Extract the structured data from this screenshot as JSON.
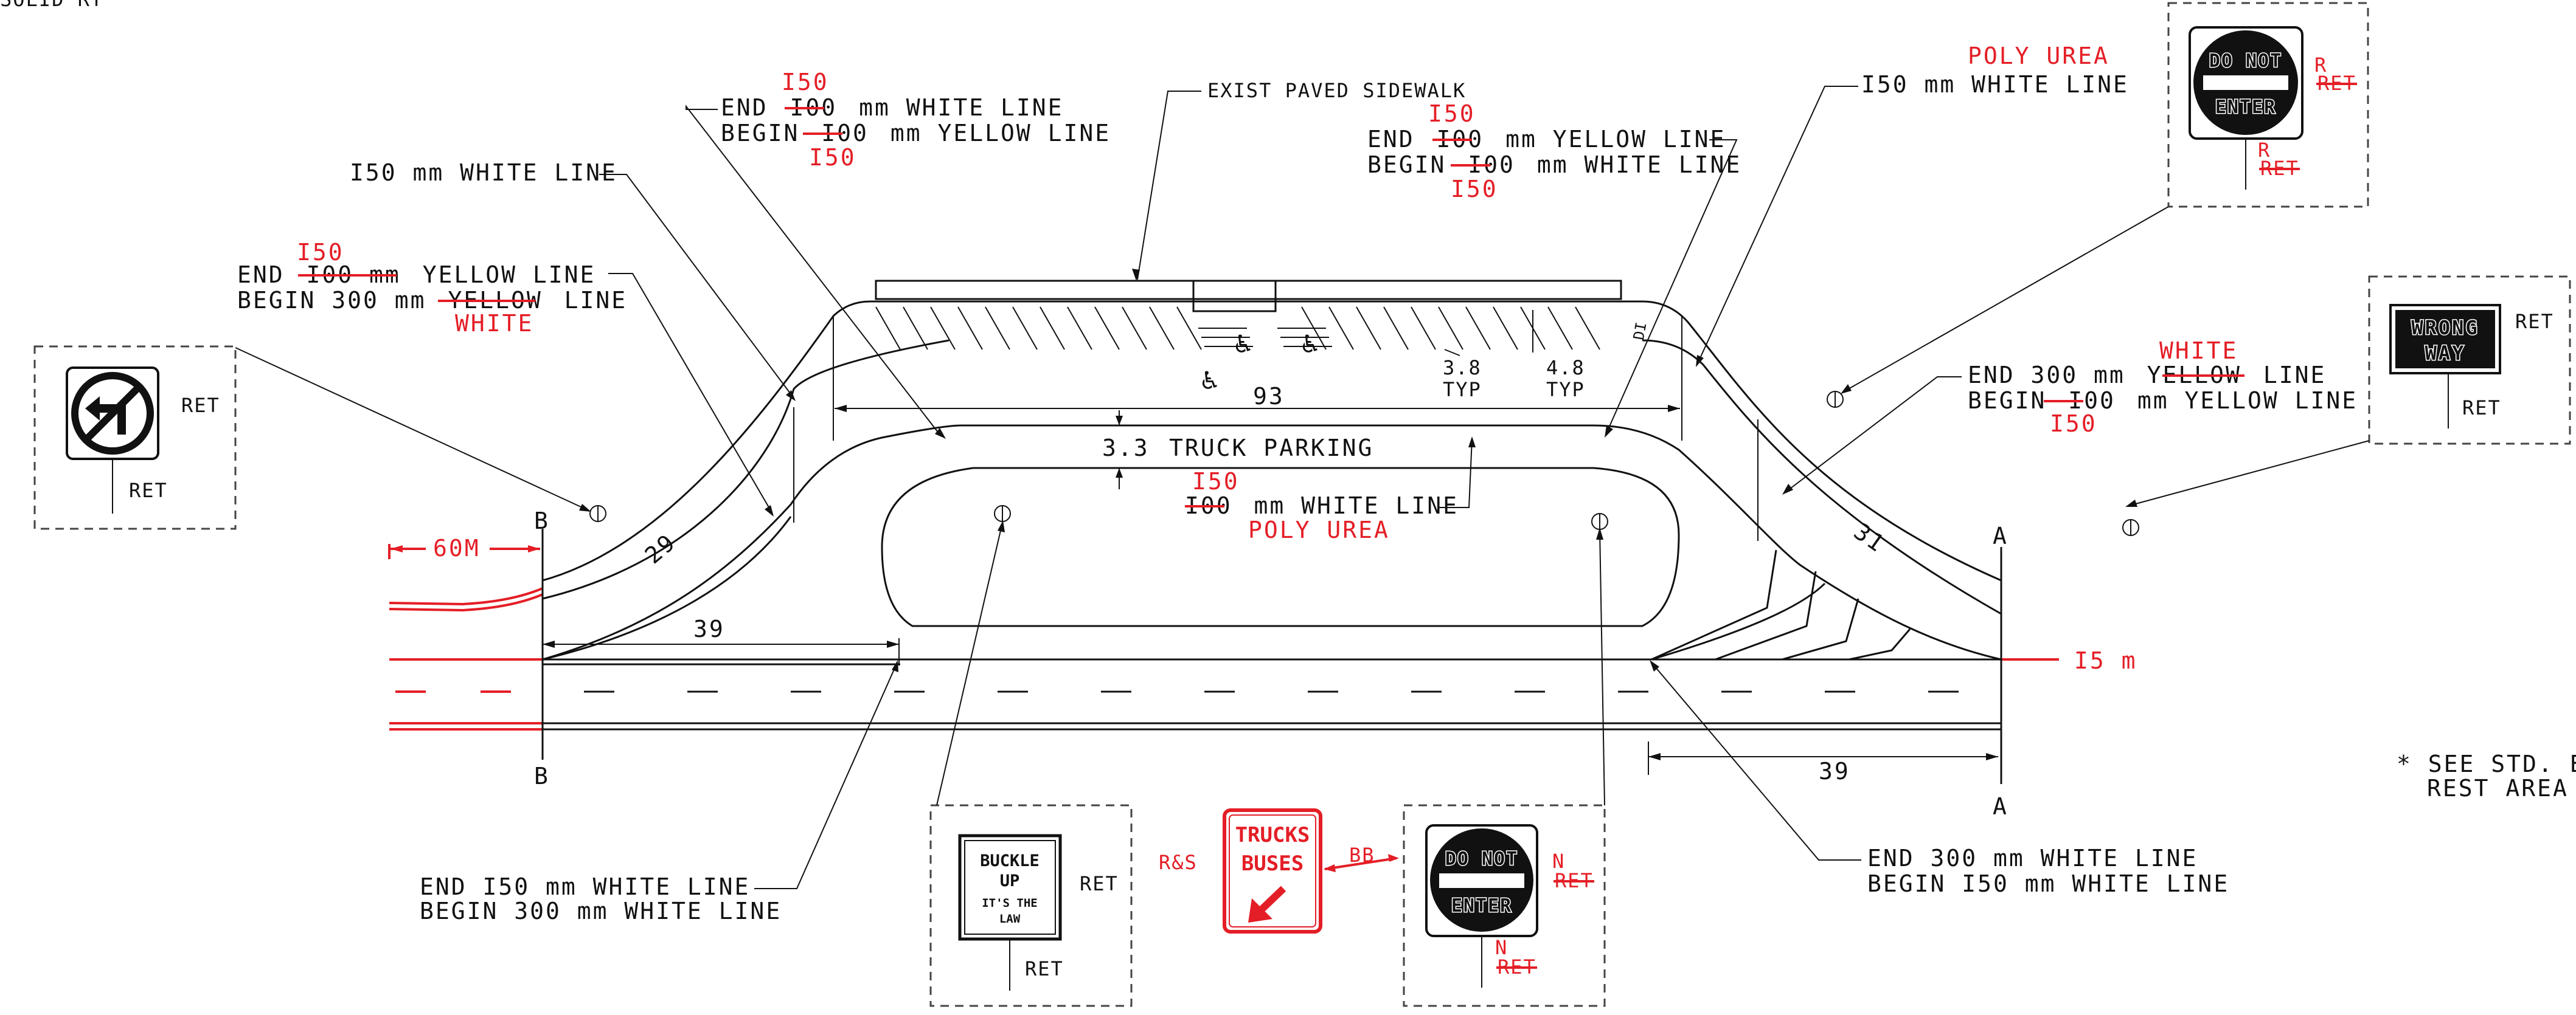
{
  "header_fragment": "SOLID RT",
  "notes": {
    "std_ref": "* SEE STD. E-I",
    "rest_area": "REST AREA"
  },
  "labels": {
    "end150_begin100": {
      "red_top": "I50",
      "l1_a": "END",
      "l1_struck": "I00",
      "l1_b": "mm  WHITE LINE",
      "l2_a": "BEGIN",
      "l2_struck": "I00",
      "l2_b": "mm  YELLOW LINE",
      "red_bottom": "I50"
    },
    "exist_sidewalk": "EXIST PAVED SIDEWALK",
    "end100_yellow_begin_white": {
      "red_top": "I50",
      "l1_a": "END",
      "l1_struck": "I00",
      "l1_b": "mm  YELLOW LINE",
      "l2_a": "BEGIN",
      "l2_struck": "I00",
      "l2_b": "mm  WHITE LINE",
      "red_bottom": "I50"
    },
    "poly_urea_top": "POLY UREA",
    "white_150_right": "I50 mm  WHITE LINE",
    "white_150_left": "I50 mm  WHITE LINE",
    "end_yellow_begin300": {
      "red_top": "I50",
      "l1_a": "END",
      "l1_struck": "I00 mm",
      "l1_b": "YELLOW LINE",
      "l2_a": "BEGIN 300 mm",
      "l2_struck": "YELLOW",
      "l2_b": "LINE",
      "red_bottom": "WHITE"
    },
    "end300_begin100_yellow": {
      "red_top": "WHITE",
      "l1_a": "END 300 mm",
      "l1_struck": "YELLOW",
      "l1_b": "LINE",
      "l2_a": "BEGIN",
      "l2_struck": "I00",
      "l2_b": "mm  YELLOW LINE",
      "red_bottom": "I50"
    },
    "truck_parking": {
      "width_dim": "3.3",
      "text": "TRUCK PARKING",
      "red_top": "I50",
      "struck": "I00",
      "rest": "mm  WHITE LINE",
      "poly_urea": "POLY UREA"
    },
    "dim_93": "93",
    "dim_3_8": "3.8",
    "dim_4_8": "4.8",
    "typ": "TYP",
    "dim_29": "29",
    "dim_31": "31",
    "dim_39_left": "39",
    "dim_39_right": "39",
    "dim_60m": "60M",
    "dim_15m": "I5 m",
    "section_b": "B",
    "section_a": "A",
    "end150_begin300": {
      "l1": "END I50 mm  WHITE LINE",
      "l2": "BEGIN 300 mm  WHITE LINE"
    },
    "end300_begin150": {
      "l1": "END 300 mm  WHITE LINE",
      "l2": "BEGIN I50 mm  WHITE LINE"
    },
    "ramp_marker": "DI"
  },
  "signs": {
    "no_left_turn": {
      "ret_right": "RET",
      "ret_bottom": "RET"
    },
    "do_not_enter_top": {
      "l1": "DO NOT",
      "l2": "ENTER",
      "red_r1": "R",
      "struck_r1": "RET",
      "red_r2": "R",
      "struck_r2": "RET"
    },
    "wrong_way": {
      "l1": "WRONG",
      "l2": "WAY",
      "ret_right": "RET",
      "ret_bottom": "RET"
    },
    "buckle_up": {
      "l1": "BUCKLE",
      "l2": "UP",
      "l3": "IT'S THE",
      "l4": "LAW",
      "ret_right": "RET",
      "ret_bottom": "RET"
    },
    "trucks_buses": {
      "l1": "TRUCKS",
      "l2": "BUSES",
      "rs": "R&S",
      "bb": "BB"
    },
    "do_not_enter_bottom": {
      "l1": "DO NOT",
      "l2": "ENTER",
      "red_n1": "N",
      "struck_n1": "RET",
      "red_n2": "N",
      "struck_n2": "RET"
    }
  },
  "colors": {
    "ink": "#111111",
    "revision_red": "#e41e26",
    "dash_box": "#444444"
  }
}
